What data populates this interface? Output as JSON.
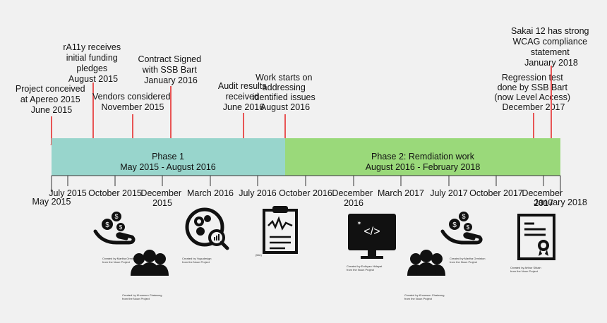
{
  "events": [
    {
      "lines": [
        "Project conceived",
        "at Apereo 2015",
        "June 2015"
      ]
    },
    {
      "lines": [
        "rA11y receives",
        "initial funding",
        "pledges",
        "August 2015"
      ]
    },
    {
      "lines": [
        "Vendors considered",
        "November 2015"
      ]
    },
    {
      "lines": [
        "Contract Signed",
        "with SSB Bart",
        "January 2016"
      ]
    },
    {
      "lines": [
        "Audit results",
        "received",
        "June 2016"
      ]
    },
    {
      "lines": [
        "Work starts on",
        "addressing",
        "identified issues",
        "August 2016"
      ]
    },
    {
      "lines": [
        "Regression test",
        "done by SSB Bart",
        "(now Level Access)",
        "December 2017"
      ]
    },
    {
      "lines": [
        "Sakai 12 has strong",
        "WCAG compliance",
        "statement",
        "January 2018"
      ]
    }
  ],
  "phases": [
    {
      "title": "Phase 1",
      "dates": "May 2015 - August 2016",
      "color": "#98d5cc"
    },
    {
      "title": "Phase 2: Remdiation work",
      "dates": "August 2016 - February 2018",
      "color": "#9ad97a"
    }
  ],
  "ticks": [
    {
      "lines": [
        "May 2015"
      ]
    },
    {
      "lines": [
        "July 2015"
      ]
    },
    {
      "lines": [
        "October 2015"
      ]
    },
    {
      "lines": [
        "December",
        "2015"
      ]
    },
    {
      "lines": [
        "March 2016"
      ]
    },
    {
      "lines": [
        "July 2016"
      ]
    },
    {
      "lines": [
        "October 2016"
      ]
    },
    {
      "lines": [
        "December",
        "2016"
      ]
    },
    {
      "lines": [
        "March 2017"
      ]
    },
    {
      "lines": [
        "July 2017"
      ]
    },
    {
      "lines": [
        "October 2017"
      ]
    },
    {
      "lines": [
        "December",
        "2017"
      ]
    },
    {
      "lines": [
        "January 2018"
      ]
    }
  ],
  "icons": [
    {
      "name": "money-hand-icon",
      "credit": [
        "Created by Martha Ormiston",
        "from the Noun Project"
      ]
    },
    {
      "name": "people-group-icon",
      "credit": [
        "Created by Khomsun Chaiwong",
        "from the Noun Project"
      ]
    },
    {
      "name": "gears-analysis-icon",
      "credit": [
        "Created by Yugudesign",
        "from the Noun Project"
      ]
    },
    {
      "name": "report-clipboard-icon",
      "credit": [
        "(title)"
      ]
    },
    {
      "name": "code-monitor-icon",
      "credit": [
        "Created by Erdhyan Hidayat",
        "from the Noun Project"
      ]
    },
    {
      "name": "people-group-icon-2",
      "credit": [
        "Created by Khomsun Chaiwong",
        "from the Noun Project"
      ]
    },
    {
      "name": "money-hand-icon-2",
      "credit": [
        "Created by Martha Ormiston",
        "from the Noun Project"
      ]
    },
    {
      "name": "certificate-icon",
      "credit": [
        "Created by Arthur Shlain",
        "from the Noun Project"
      ]
    }
  ],
  "colors": {
    "arrow": "#e85555",
    "axis": "#333333",
    "background": "#f1f1f1"
  }
}
